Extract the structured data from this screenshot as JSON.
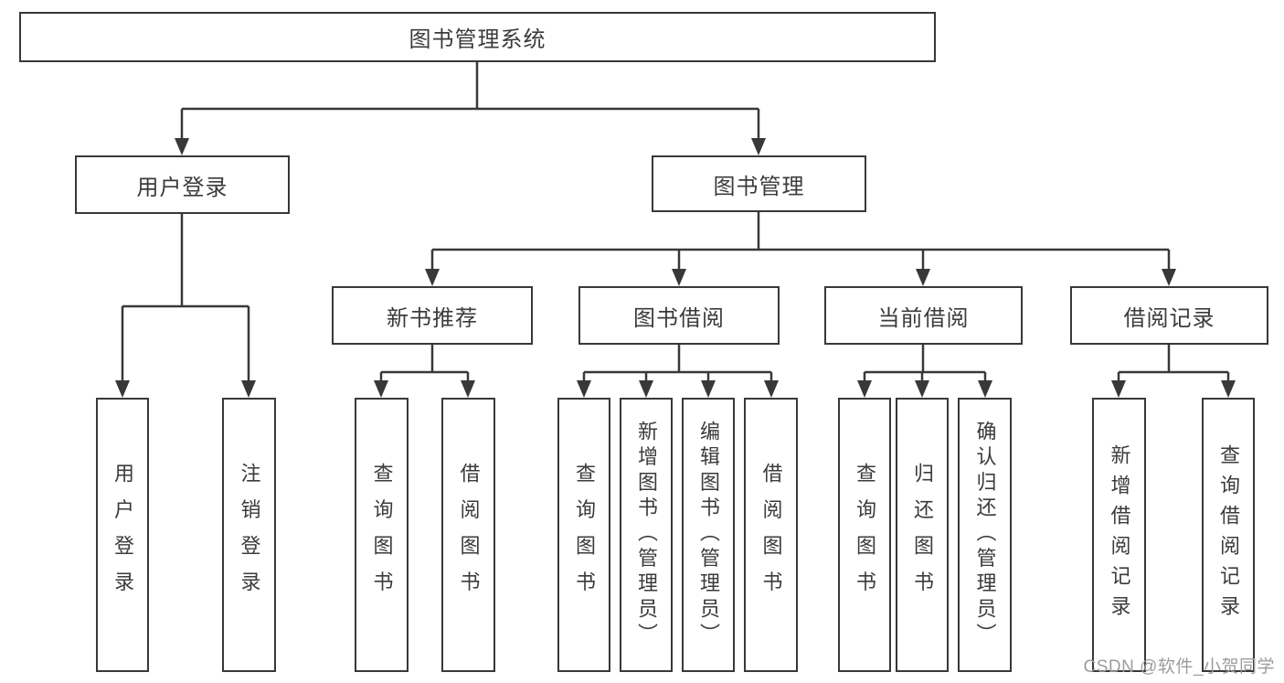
{
  "tree": {
    "root": "图书管理系统",
    "user": {
      "label": "用户登录",
      "children": [
        "用户登录",
        "注销登录"
      ]
    },
    "books": {
      "label": "图书管理",
      "sections": [
        {
          "label": "新书推荐",
          "children": [
            "查询图书",
            "借阅图书"
          ]
        },
        {
          "label": "图书借阅",
          "children": [
            "查询图书",
            "新增图书（管理员）",
            "编辑图书（管理员）",
            "借阅图书"
          ]
        },
        {
          "label": "当前借阅",
          "children": [
            "查询图书",
            "归还图书",
            "确认归还（管理员）"
          ]
        },
        {
          "label": "借阅记录",
          "children": [
            "新增借阅记录",
            "查询借阅记录"
          ]
        }
      ]
    }
  },
  "watermark": "CSDN @软件_小贺同学",
  "colors": {
    "line": "#383838",
    "text": "#3b3b3b",
    "background": "#ffffff",
    "watermark": "#9c9c9c"
  }
}
